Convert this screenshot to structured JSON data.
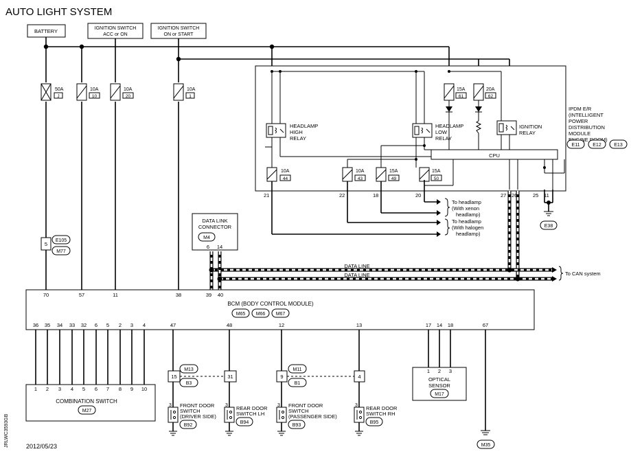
{
  "title": "AUTO LIGHT SYSTEM",
  "date": "2012/05/23",
  "side_code": "JRLWC3593GB",
  "power": {
    "battery": "BATTERY",
    "ign_acc_l1": "IGNITION SWITCH",
    "ign_acc_l2": "ACC or ON",
    "ign_on_l1": "IGNITION SWITCH",
    "ign_on_l2": "ON or START"
  },
  "fuses": {
    "f1_amp": "50A",
    "f1_no": "J",
    "f2_amp": "10A",
    "f2_no": "10",
    "f3_amp": "10A",
    "f3_no": "20",
    "f4_amp": "10A",
    "f4_no": "1",
    "f5_amp": "15A",
    "f5_no": "61",
    "f6_amp": "20A",
    "f6_no": "62",
    "f7_amp": "10A",
    "f7_no": "44",
    "f8_amp": "10A",
    "f8_no": "43",
    "f9_amp": "15A",
    "f9_no": "49",
    "f10_amp": "15A",
    "f10_no": "50"
  },
  "ipdm": {
    "l1": "IPDM E/R",
    "l2": "(INTELLIGENT",
    "l3": "POWER",
    "l4": "DISTRIBUTION",
    "l5": "MODULE",
    "l6": "ENGINE ROOM)",
    "c1": "E11",
    "c2": "E12",
    "c3": "E13",
    "cpu": "CPU",
    "hi_l1": "HEADLAMP",
    "hi_l2": "HIGH",
    "hi_l3": "RELAY",
    "lo_l1": "HEADLAMP",
    "lo_l2": "LOW",
    "lo_l3": "RELAY",
    "ign_l1": "IGNITION",
    "ign_l2": "RELAY",
    "pins": {
      "p21": "21",
      "p22": "22",
      "p18": "18",
      "p20": "20",
      "p27": "27",
      "p26": "26",
      "p25": "25",
      "p11": "11"
    },
    "ground": "E38"
  },
  "headlamp_notes": {
    "xenon_l1": "To headlamp",
    "xenon_l2": "(With xenon",
    "xenon_l3": "headlamp)",
    "halogen_l1": "To headlamp",
    "halogen_l2": "(With halogen",
    "halogen_l3": "headlamp)"
  },
  "dlc": {
    "l1": "DATA LINK",
    "l2": "CONNECTOR",
    "conn": "M4",
    "p6": "6",
    "p14": "14"
  },
  "data_line": {
    "label1": "DATA LINE",
    "label2": "DATA LINE",
    "to_can": "To CAN system"
  },
  "joint": {
    "top": "E105",
    "pin": "5",
    "bottom": "M77"
  },
  "bcm": {
    "name": "BCM (BODY CONTROL MODULE)",
    "c1": "M65",
    "c2": "M66",
    "c3": "M67",
    "top_pins": {
      "p70": "70",
      "p57": "57",
      "p11": "11",
      "p38": "38",
      "p39": "39",
      "p40": "40"
    },
    "bottom_pins": [
      "36",
      "35",
      "34",
      "33",
      "32",
      "6",
      "5",
      "2",
      "3",
      "4",
      "47",
      "48",
      "12",
      "13",
      "17",
      "14",
      "18",
      "67"
    ]
  },
  "combination_switch": {
    "name": "COMBINATION SWITCH",
    "conn": "M27",
    "pins": [
      "1",
      "2",
      "3",
      "4",
      "5",
      "6",
      "7",
      "8",
      "9",
      "10"
    ]
  },
  "door_joints": {
    "j1_pin": "15",
    "j1_top": "M13",
    "j1_bottom": "B3",
    "j2_pin": "31",
    "j3_pin": "9",
    "j3_top": "M11",
    "j3_bottom": "B1",
    "j4_pin": "4"
  },
  "door_switches": {
    "fd_l1": "FRONT DOOR",
    "fd_l2": "SWITCH",
    "fd_l3": "(DRIVER SIDE)",
    "fd_conn": "B92",
    "fd_pin": "3",
    "rl_l1": "REAR DOOR",
    "rl_l2": "SWITCH LH",
    "rl_conn": "B94",
    "rl_pin": "3",
    "fp_l1": "FRONT DOOR",
    "fp_l2": "SWITCH",
    "fp_l3": "(PASSENGER SIDE)",
    "fp_conn": "B93",
    "fp_pin": "3",
    "rr_l1": "REAR DOOR",
    "rr_l2": "SWITCH RH",
    "rr_conn": "B95",
    "rr_pin": "3"
  },
  "optical_sensor": {
    "l1": "OPTICAL",
    "l2": "SENSOR",
    "conn": "M17",
    "pins": [
      "1",
      "2",
      "3"
    ]
  },
  "bcm_ground": "M35"
}
